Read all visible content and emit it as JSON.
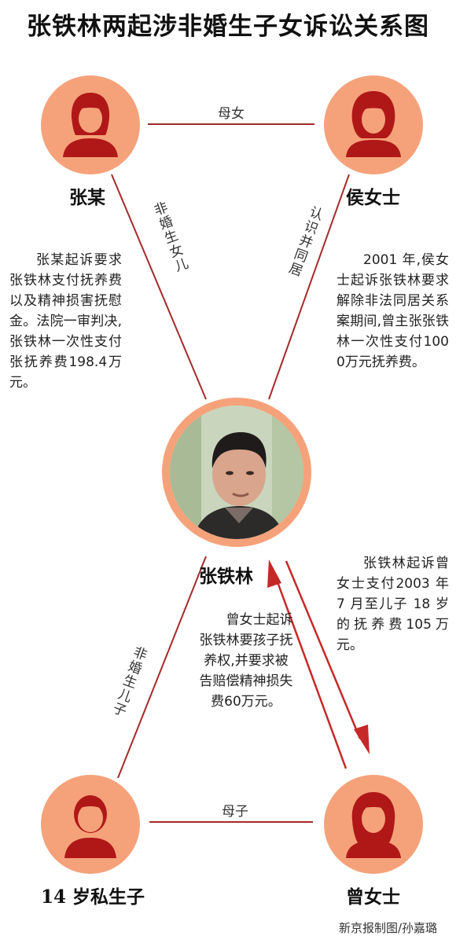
{
  "title": "张铁林两起涉非婚生子女诉讼关系图",
  "nodes": {
    "zhang_mou": {
      "name": "张某"
    },
    "hou_nvshi": {
      "name": "侯女士"
    },
    "zhang_tielin": {
      "name": "张铁林"
    },
    "son": {
      "name": "14 岁私生子"
    },
    "ceng_nvshi": {
      "name": "曾女士"
    }
  },
  "edges": {
    "mother_daughter": "母女",
    "mother_son": "母子",
    "illegitimate_daughter": "非婚生女儿",
    "cohabited": "认识并同居",
    "illegitimate_son": "非婚生儿子"
  },
  "notes": {
    "zhang_mou_case": "张某起诉要求张铁林支付抚养费以及精神损害抚慰金。法院一审判决,张铁林一次性支付张抚养费198.4万元。",
    "hou_case": "2001 年,侯女士起诉张铁林要求解除非法同居关系案期间,曾主张张铁林一次性支付1000万元抚养费。",
    "tielin_case": "张铁林起诉曾女士支付2003 年 7 月至儿子 18 岁的抚养费105万元。",
    "ceng_case": "曾女士起诉张铁林要孩子抚养权,并要求被告赔偿精神损失费60万元。"
  },
  "credit": "新京报制图/孙嘉璐",
  "colors": {
    "circle": "#f5a27a",
    "figure": "#b01818",
    "line": "#a52a2a",
    "arrow": "#c62828"
  }
}
